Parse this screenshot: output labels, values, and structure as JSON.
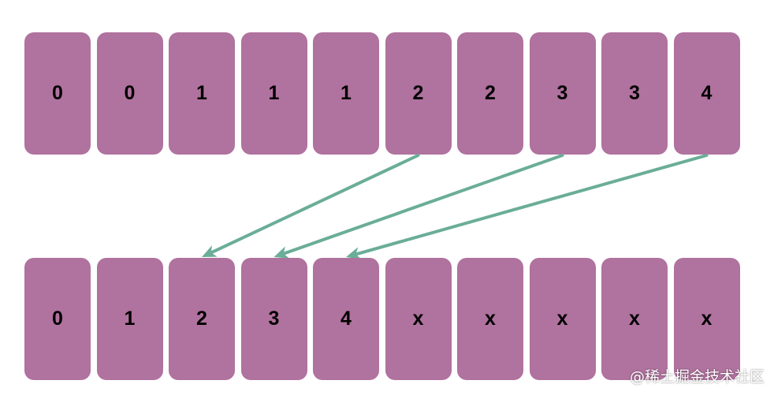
{
  "diagram": {
    "top_row": [
      "0",
      "0",
      "1",
      "1",
      "1",
      "2",
      "2",
      "3",
      "3",
      "4"
    ],
    "bottom_row": [
      "0",
      "1",
      "2",
      "3",
      "4",
      "x",
      "x",
      "x",
      "x",
      "x"
    ],
    "arrows": [
      {
        "from_top_index": 5,
        "to_bottom_index": 2
      },
      {
        "from_top_index": 7,
        "to_bottom_index": 3
      },
      {
        "from_top_index": 9,
        "to_bottom_index": 4
      }
    ]
  },
  "colors": {
    "cell_fill": "#b0729e",
    "arrow": "#6aad98"
  },
  "watermark": "@稀土掘金技术社区"
}
